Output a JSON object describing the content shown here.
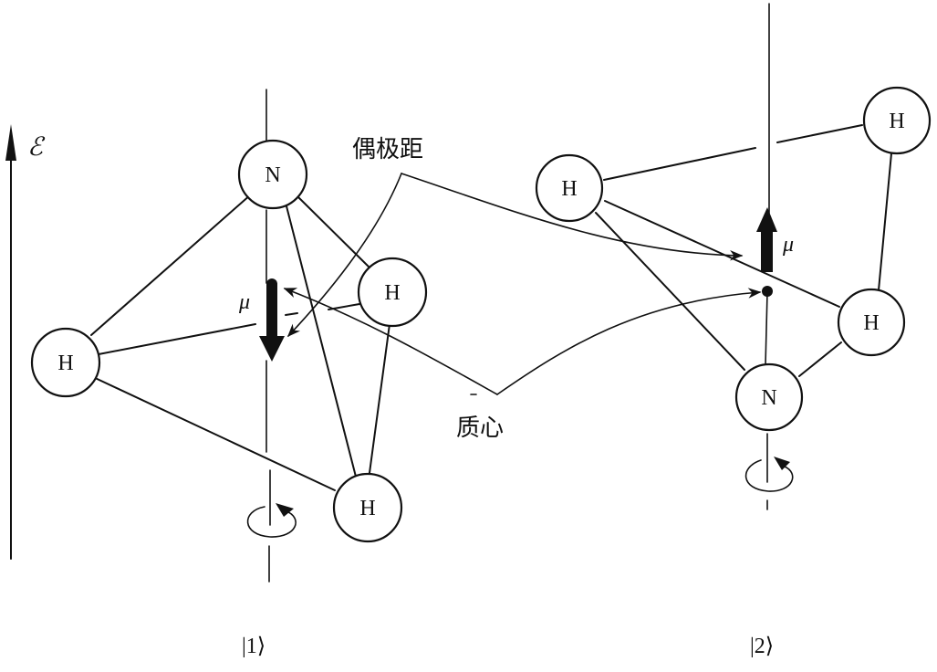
{
  "figure": {
    "description": "Ammonia molecule NH3 in two states |1> and |2> in an electric field",
    "energy_axis_label": "ℰ",
    "labels": {
      "dipole_moment": "偶极距",
      "center_of_mass": "质心",
      "mu": "μ"
    },
    "states": [
      {
        "ket": "|1⟩",
        "atoms": [
          "N",
          "H",
          "H",
          "H"
        ],
        "dipole_direction": "down"
      },
      {
        "ket": "|2⟩",
        "atoms": [
          "H",
          "H",
          "H",
          "N"
        ],
        "dipole_direction": "up"
      }
    ]
  }
}
